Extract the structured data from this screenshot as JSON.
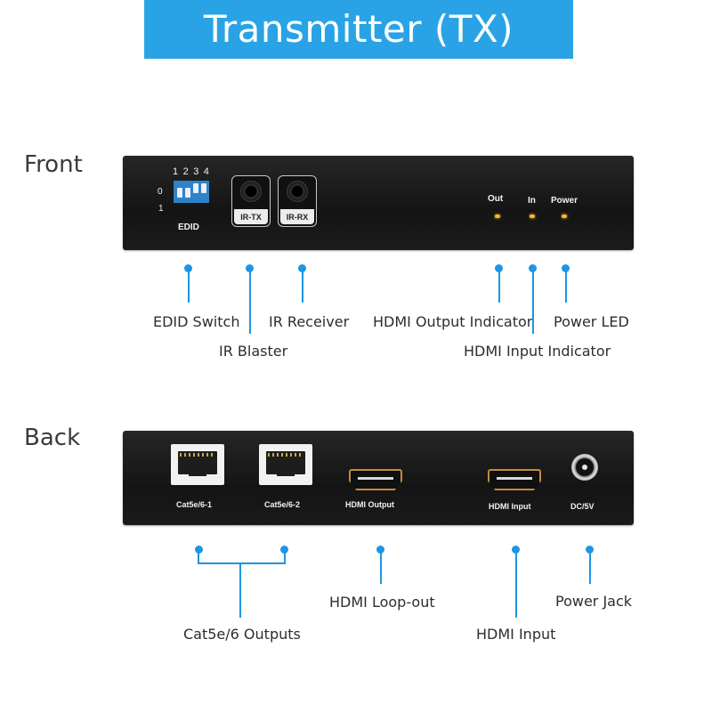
{
  "title": "Transmitter (TX)",
  "front": {
    "label": "Front",
    "dip_numbers": [
      "1",
      "2",
      "3",
      "4"
    ],
    "dip_pos_0": "0",
    "dip_pos_1": "1",
    "dip_switch_caption": "EDID",
    "ir_tx_label": "IR-TX",
    "ir_rx_label": "IR-RX",
    "indicators": [
      "Out",
      "In",
      "Power"
    ]
  },
  "back": {
    "label": "Back",
    "port_labels": [
      "Cat5e/6-1",
      "Cat5e/6-2",
      "HDMI Output",
      "HDMI Input",
      "DC/5V"
    ]
  },
  "callouts": {
    "edid_switch": "EDID Switch",
    "ir_blaster": "IR Blaster",
    "ir_receiver": "IR Receiver",
    "hdmi_output_indicator": "HDMI Output Indicator",
    "power_led": "Power LED",
    "hdmi_input_indicator": "HDMI Input Indicator",
    "cat5e_outputs": "Cat5e/6 Outputs",
    "hdmi_loop_out": "HDMI Loop-out",
    "hdmi_input": "HDMI Input",
    "power_jack": "Power Jack"
  },
  "colors": {
    "banner": "#29a3e6",
    "callout_line": "#1e95e3",
    "led": "#f5b638",
    "device": "#1b1b1b"
  }
}
